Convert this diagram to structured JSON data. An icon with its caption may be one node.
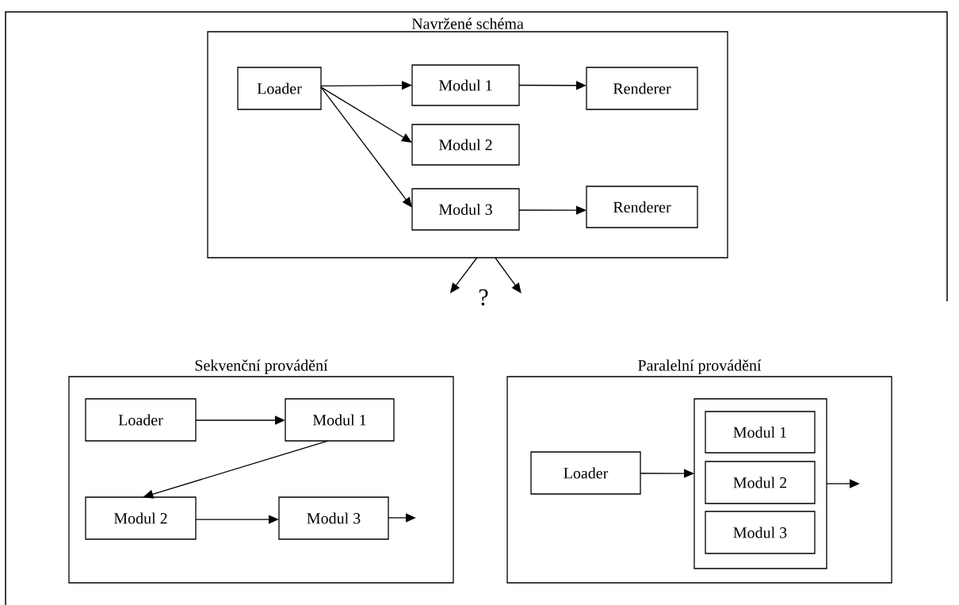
{
  "diagram": {
    "nodes": [
      {
        "text": [
          "Navržené schéma"
        ]
      },
      {
        "text": [
          "Loader"
        ],
        "in": 0
      },
      {
        "text": [
          "Modul 1"
        ],
        "in": 0
      },
      {
        "text": [
          "Renderer"
        ],
        "in": 0
      },
      {
        "text": [
          "Modul 2"
        ],
        "in": 0
      },
      {
        "text": [
          "Modul 3"
        ],
        "in": 0
      },
      {
        "text": [
          "Renderer"
        ],
        "in": 0
      },
      {
        "text": [
          "Sekvenční provádění"
        ]
      },
      {
        "text": [
          "Loader"
        ],
        "in": 7
      },
      {
        "text": [
          "Modul 1"
        ],
        "in": 7
      },
      {
        "text": [
          "Modul 2"
        ],
        "in": 7
      },
      {
        "text": [
          "Modul 3"
        ],
        "in": 7
      },
      {
        "text": [
          "Paralelní provádění"
        ]
      },
      {
        "text": [
          "Loader"
        ],
        "in": 12
      },
      {
        "text": [],
        "shape": "box",
        "in": 12
      },
      {
        "text": [
          "Modul 1"
        ],
        "in": 14
      },
      {
        "text": [
          "Modul 2"
        ],
        "in": 14
      },
      {
        "text": [
          "Modul 3"
        ],
        "in": 14
      }
    ],
    "edges": [
      {
        "from": 1,
        "to": 2,
        "arrow": "to"
      },
      {
        "from": 1,
        "to": 4,
        "arrow": "to"
      },
      {
        "from": 1,
        "to": 5,
        "arrow": "to"
      },
      {
        "from": 2,
        "to": 3,
        "arrow": "to"
      },
      {
        "from": 5,
        "to": 6,
        "arrow": "to"
      },
      {
        "from": 0,
        "to": null,
        "arrow": "to"
      },
      {
        "from": 0,
        "to": null,
        "arrow": "to"
      },
      {
        "from": 8,
        "to": 9,
        "arrow": "to"
      },
      {
        "from": 9,
        "to": 10,
        "arrow": "to"
      },
      {
        "from": 10,
        "to": 11,
        "arrow": "to"
      },
      {
        "from": 11,
        "to": null,
        "arrow": "to"
      },
      {
        "from": 13,
        "to": 14,
        "arrow": "to"
      },
      {
        "from": 14,
        "to": null,
        "arrow": "to"
      }
    ],
    "labels": [
      "?"
    ]
  }
}
